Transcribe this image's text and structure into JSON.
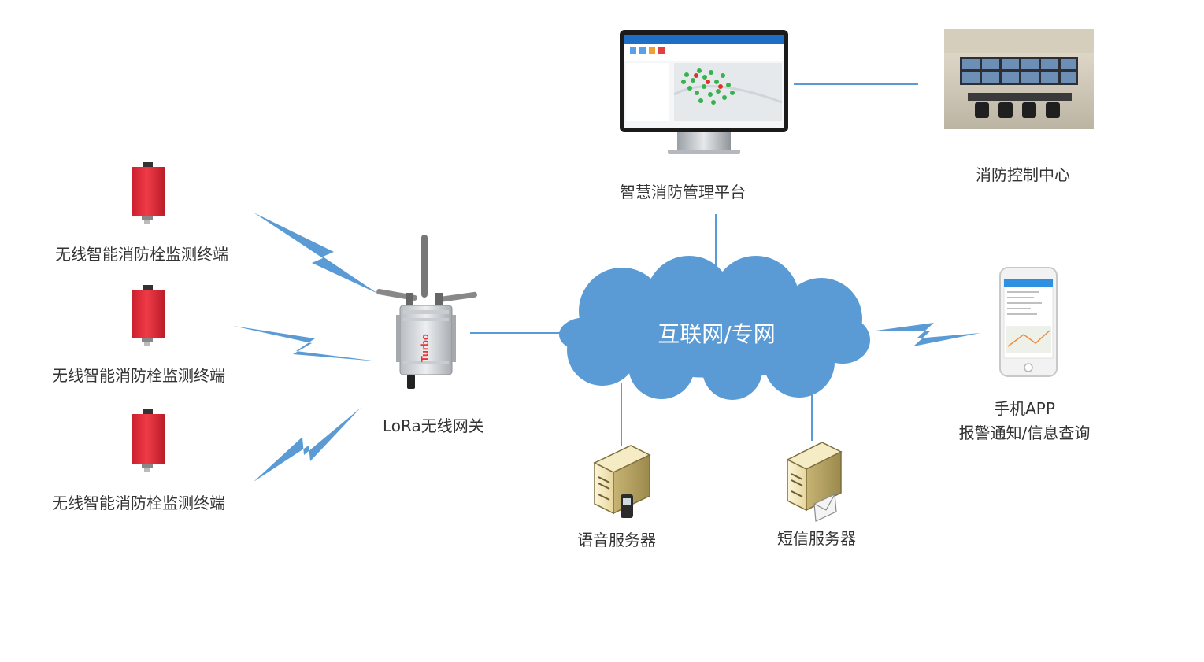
{
  "terminals": [
    {
      "label": "无线智能消防栓监测终端"
    },
    {
      "label": "无线智能消防栓监测终端"
    },
    {
      "label": "无线智能消防栓监测终端"
    }
  ],
  "gateway": {
    "label": "LoRa无线网关",
    "brand": "Turbo"
  },
  "network": {
    "label": "互联网/专网"
  },
  "platform": {
    "label": "智慧消防管理平台"
  },
  "control_center": {
    "label": "消防控制中心"
  },
  "mobile": {
    "line1": "手机APP",
    "line2": "报警通知/信息查询"
  },
  "voice_server": {
    "label": "语音服务器"
  },
  "sms_server": {
    "label": "短信服务器"
  },
  "colors": {
    "cloud": "#5b9bd5",
    "link": "#5b9bd5",
    "terminal": "#e8323f",
    "text": "#333333"
  }
}
